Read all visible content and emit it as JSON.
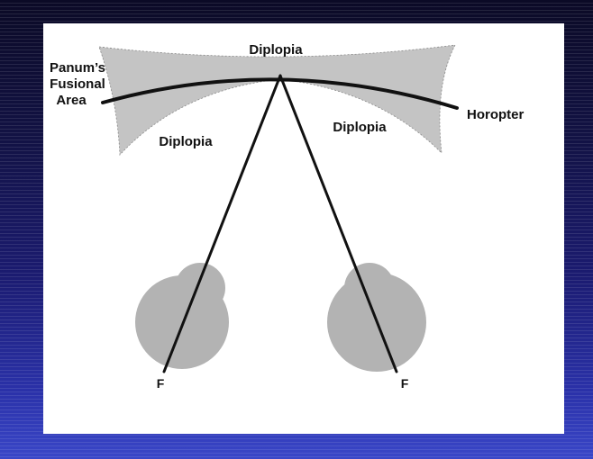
{
  "labels": {
    "diplopia_top": "Diplopia",
    "diplopia_left": "Diplopia",
    "diplopia_right": "Diplopia",
    "panums_line1": "Panum’s",
    "panums_line2": "Fusional",
    "panums_line3": "Area",
    "horopter": "Horopter",
    "fovea_left": "F",
    "fovea_right": "F"
  },
  "colors": {
    "fusional_area_fill": "#c4c4c4",
    "eye_fill": "#b3b3b3",
    "line": "#111111",
    "panel": "#ffffff"
  }
}
